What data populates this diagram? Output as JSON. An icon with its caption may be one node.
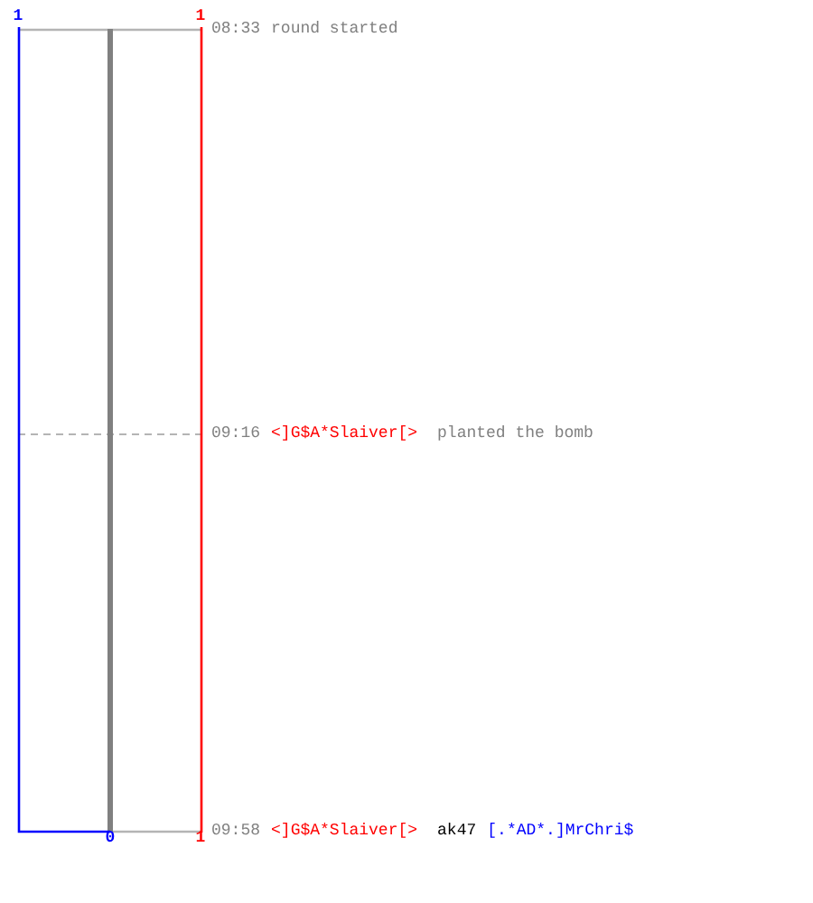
{
  "diagram": {
    "labels": [
      "1",
      "1",
      "08:33",
      "round started",
      "09:16",
      "<]G$A*Slaiver[>",
      "planted the bomb",
      "0",
      "1",
      "09:58",
      "<]G$A*Slaiver[>",
      "ak47",
      "[.*AD*.]MrChri$"
    ]
  }
}
